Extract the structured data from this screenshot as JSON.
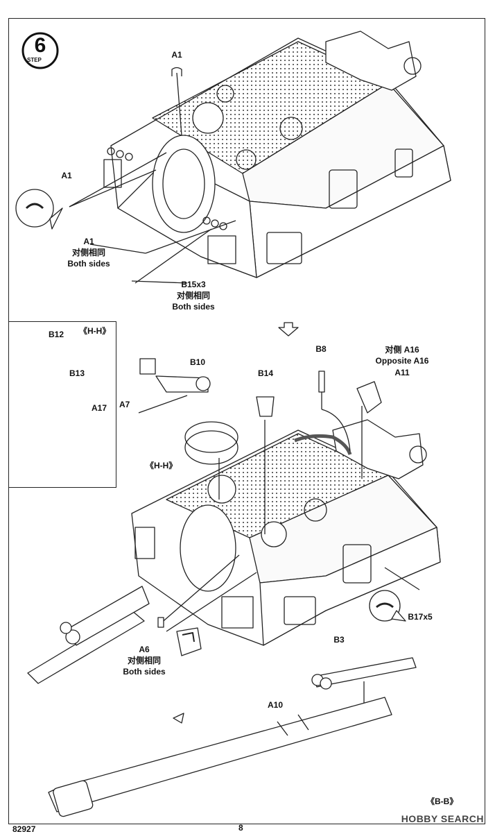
{
  "step": {
    "number": "6",
    "word": "STEP"
  },
  "labels": {
    "a1_top": "A1",
    "a1_left": "A1",
    "a1_bottom": "A1",
    "both_sides_cn": "对侧相同",
    "both_sides_en": "Both sides",
    "b15": "B15x3",
    "b15_cn": "对侧相同",
    "b15_en": "Both sides",
    "hh_title": "《H-H》",
    "b12": "B12",
    "b13": "B13",
    "a17": "A17",
    "b10": "B10",
    "a7": "A7",
    "hh_sub": "《H-H》",
    "b14": "B14",
    "b8": "B8",
    "a16_cn": "对侧 A16",
    "a16_en": "Opposite A16",
    "a11": "A11",
    "b17": "B17x5",
    "a6": "A6",
    "a6_cn": "对侧相同",
    "a6_en": "Both sides",
    "b3": "B3",
    "a10": "A10",
    "bb_title": "《B-B》"
  },
  "footer": {
    "logo": "HOBBY SEARCH",
    "page": "8",
    "code": "82927"
  }
}
